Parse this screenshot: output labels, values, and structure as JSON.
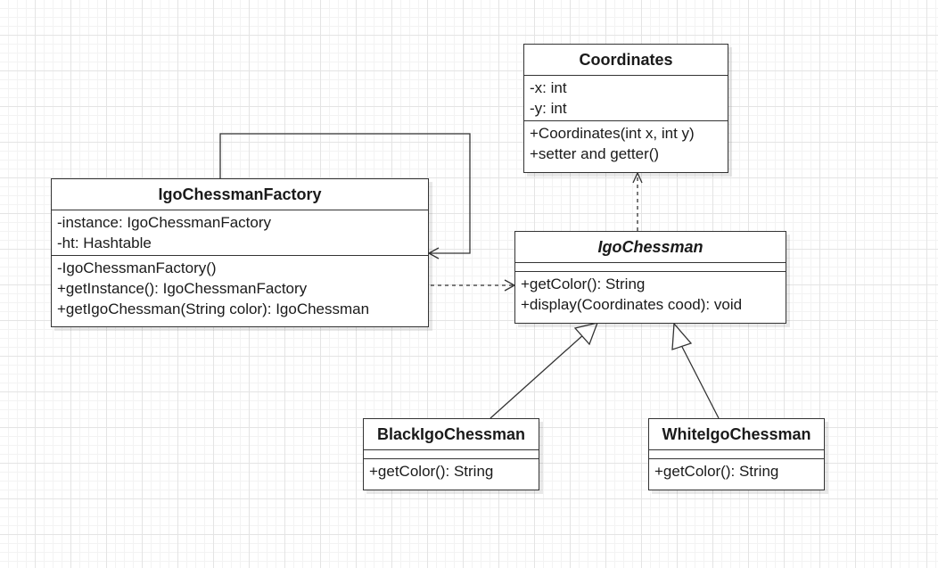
{
  "classes": {
    "coordinates": {
      "name": "Coordinates",
      "attributes": [
        "-x: int",
        "-y: int"
      ],
      "methods": [
        "+Coordinates(int x, int y)",
        "+setter and getter()"
      ]
    },
    "factory": {
      "name": "IgoChessmanFactory",
      "attributes": [
        "-instance: IgoChessmanFactory",
        "-ht: Hashtable"
      ],
      "methods": [
        "-IgoChessmanFactory()",
        "+getInstance(): IgoChessmanFactory",
        "+getIgoChessman(String color): IgoChessman"
      ]
    },
    "igo": {
      "name": "IgoChessman",
      "abstract": true,
      "attributes": [],
      "methods": [
        "+getColor(): String",
        "+display(Coordinates cood): void"
      ]
    },
    "black": {
      "name": "BlackIgoChessman",
      "attributes": [],
      "methods": [
        "+getColor(): String"
      ]
    },
    "white": {
      "name": "WhiteIgoChessman",
      "attributes": [],
      "methods": [
        "+getColor(): String"
      ]
    }
  },
  "relations": [
    {
      "type": "dependency",
      "from": "igo",
      "to": "coordinates"
    },
    {
      "type": "dependency",
      "from": "factory",
      "to": "igo"
    },
    {
      "type": "association",
      "from": "factory",
      "to": "factory"
    },
    {
      "type": "generalization",
      "from": "black",
      "to": "igo"
    },
    {
      "type": "generalization",
      "from": "white",
      "to": "igo"
    }
  ],
  "colors": {
    "line": "#333333",
    "grid": "#e4e4e4",
    "background": "#ffffff"
  }
}
